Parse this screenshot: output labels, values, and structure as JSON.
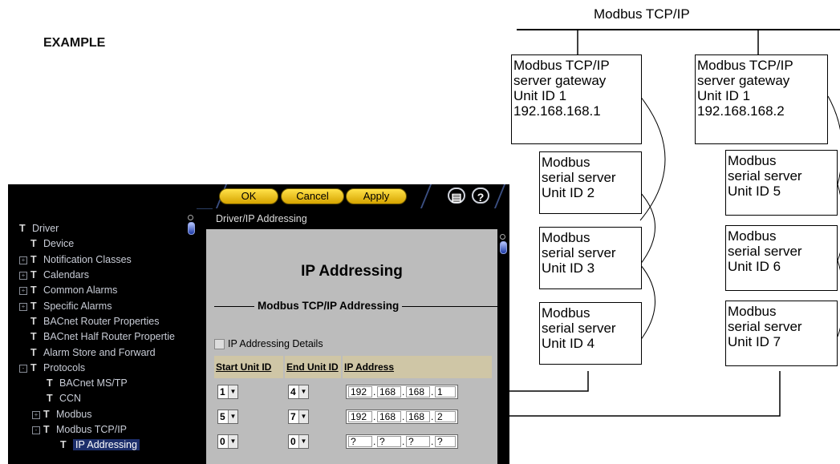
{
  "example_label": "EXAMPLE",
  "diagram": {
    "bus_label": "Modbus TCP/IP",
    "gateways": [
      {
        "lines": [
          "Modbus TCP/IP",
          "server gateway",
          "Unit ID 1",
          "192.168.168.1"
        ]
      },
      {
        "lines": [
          "Modbus TCP/IP",
          "server gateway",
          "Unit ID 1",
          "192.168.168.2"
        ]
      }
    ],
    "servers_left": [
      {
        "lines": [
          "Modbus",
          "serial server",
          "Unit ID 2"
        ]
      },
      {
        "lines": [
          "Modbus",
          "serial server",
          "Unit ID 3"
        ]
      },
      {
        "lines": [
          "Modbus",
          "serial server",
          "Unit ID 4"
        ]
      }
    ],
    "servers_right": [
      {
        "lines": [
          "Modbus",
          "serial server",
          "Unit ID 5"
        ]
      },
      {
        "lines": [
          "Modbus",
          "serial server",
          "Unit ID 6"
        ]
      },
      {
        "lines": [
          "Modbus",
          "serial server",
          "Unit ID 7"
        ]
      }
    ]
  },
  "toolbar": {
    "ok_label": "OK",
    "cancel_label": "Cancel",
    "apply_label": "Apply",
    "print_icon": "printer-icon",
    "help_icon": "?"
  },
  "tree": {
    "items": [
      {
        "label": "Driver",
        "expander": "",
        "selected": false
      },
      {
        "label": "Device",
        "expander": "",
        "selected": false
      },
      {
        "label": "Notification Classes",
        "expander": "+",
        "selected": false
      },
      {
        "label": "Calendars",
        "expander": "+",
        "selected": false
      },
      {
        "label": "Common Alarms",
        "expander": "+",
        "selected": false
      },
      {
        "label": "Specific Alarms",
        "expander": "+",
        "selected": false
      },
      {
        "label": "BACnet Router Properties",
        "expander": "",
        "selected": false
      },
      {
        "label": "BACnet Half Router Propertie",
        "expander": "",
        "selected": false
      },
      {
        "label": "Alarm Store and Forward",
        "expander": "",
        "selected": false
      },
      {
        "label": "Protocols",
        "expander": "-",
        "selected": false
      },
      {
        "label": "BACnet MS/TP",
        "expander": "",
        "selected": false
      },
      {
        "label": "CCN",
        "expander": "",
        "selected": false
      },
      {
        "label": "Modbus",
        "expander": "+",
        "selected": false
      },
      {
        "label": "Modbus TCP/IP",
        "expander": "-",
        "selected": false
      },
      {
        "label": "IP Addressing",
        "expander": "",
        "selected": true
      }
    ]
  },
  "content": {
    "breadcrumb": "Driver/IP Addressing",
    "title": "IP Addressing",
    "section_title": "Modbus TCP/IP Addressing",
    "details_checkbox_label": "IP Addressing Details",
    "columns": [
      "Start Unit ID",
      "End Unit ID",
      "IP Address"
    ],
    "rows": [
      {
        "start": "1",
        "end": "4",
        "ip": [
          "192",
          "168",
          "168",
          "1"
        ]
      },
      {
        "start": "5",
        "end": "7",
        "ip": [
          "192",
          "168",
          "168",
          "2"
        ]
      },
      {
        "start": "0",
        "end": "0",
        "ip": [
          "?",
          "?",
          "?",
          "?"
        ]
      }
    ]
  },
  "colors": {
    "accent_button": "#f0c419",
    "selection": "#1d2f6b",
    "panel": "#bcbcbc",
    "table_header": "#cfc6a6"
  }
}
